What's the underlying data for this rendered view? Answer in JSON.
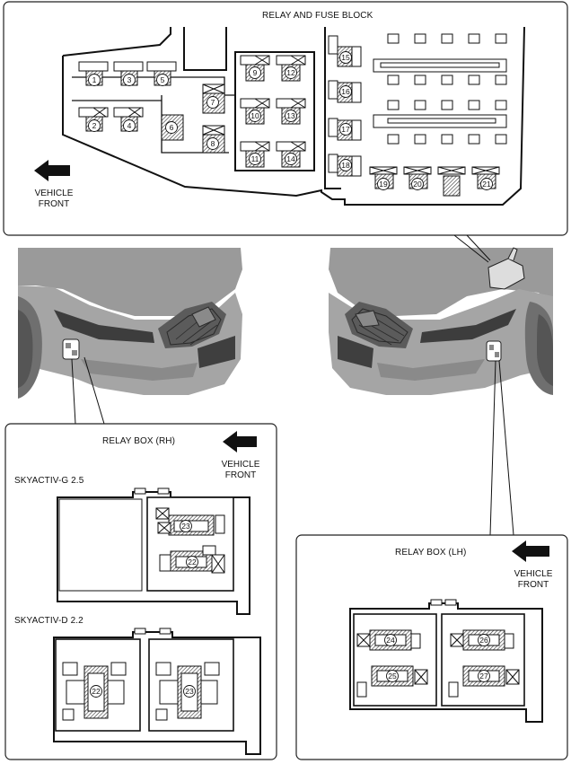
{
  "relay_fuse_block": {
    "title": "RELAY AND FUSE BLOCK",
    "vehicle_front_line1": "VEHICLE",
    "vehicle_front_line2": "FRONT",
    "fuses": [
      "1",
      "2",
      "3",
      "4",
      "5",
      "6",
      "7",
      "8",
      "9",
      "10",
      "11",
      "12",
      "13",
      "14",
      "15",
      "16",
      "17",
      "18",
      "19",
      "20",
      "21"
    ]
  },
  "relay_box_rh": {
    "title": "RELAY BOX (RH)",
    "vehicle_front_line1": "VEHICLE",
    "vehicle_front_line2": "FRONT",
    "variant_g": "SKYACTIV-G 2.5",
    "variant_d": "SKYACTIV-D 2.2",
    "g_relays": [
      "23",
      "22"
    ],
    "d_relays": [
      "22",
      "23"
    ]
  },
  "relay_box_lh": {
    "title": "RELAY BOX (LH)",
    "vehicle_front_line1": "VEHICLE",
    "vehicle_front_line2": "FRONT",
    "relays": [
      "24",
      "25",
      "26",
      "27"
    ]
  }
}
